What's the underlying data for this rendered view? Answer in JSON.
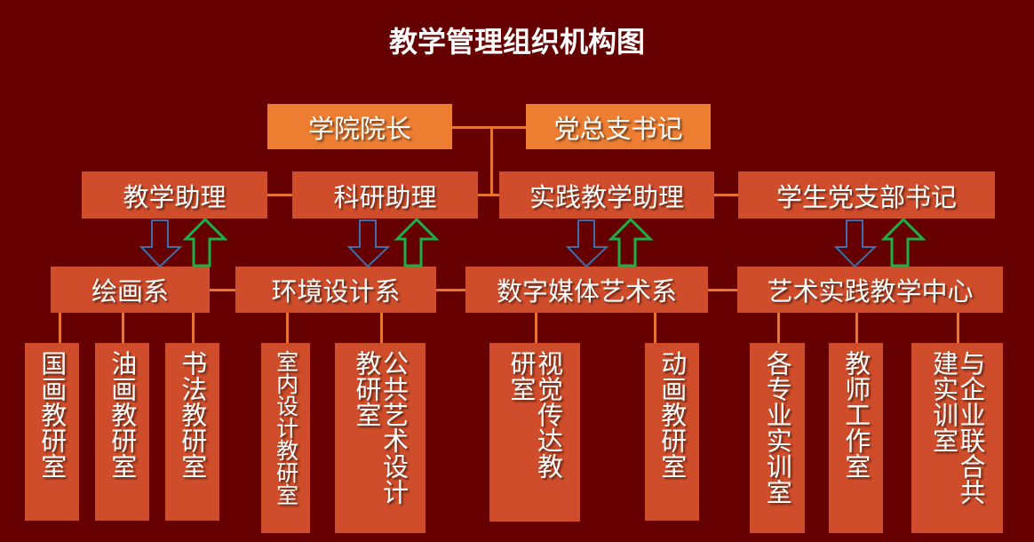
{
  "title": "教学管理组织机构图",
  "top": [
    "学院院长",
    "党总支书记"
  ],
  "assistants": [
    "教学助理",
    "科研助理",
    "实践教学助理",
    "学生党支部书记"
  ],
  "departments": [
    "绘画系",
    "环境设计系",
    "数字媒体艺术系",
    "艺术实践教学中心"
  ],
  "units": [
    "国画教研室",
    "油画教研室",
    "书法教研室",
    "室内设计教研室",
    "公共艺术设计教研室",
    "视觉传达教研室",
    "动画教研室",
    "各专业实训室",
    "教师工作室",
    "与企业联合共建实训室"
  ],
  "colors": {
    "background": "#660000",
    "box": "#CF4D2A",
    "top_box": "#ED7D31",
    "down_arrow": "#3E6FA8",
    "up_arrow": "#1DB045"
  }
}
